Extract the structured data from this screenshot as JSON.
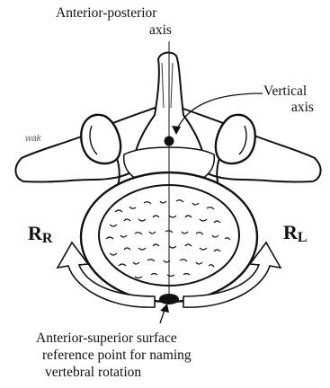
{
  "labels": {
    "ap_axis_line1": "Anterior-posterior",
    "ap_axis_line2": "axis",
    "vertical_axis_line1": "Vertical",
    "vertical_axis_line2": "axis",
    "bottom_line1": "Anterior-superior surface",
    "bottom_line2": "reference point for naming",
    "bottom_line3": "vertebral rotation",
    "signature": "wak",
    "rotation_right_main": "R",
    "rotation_right_sub": "R",
    "rotation_left_main": "R",
    "rotation_left_sub": "L"
  }
}
